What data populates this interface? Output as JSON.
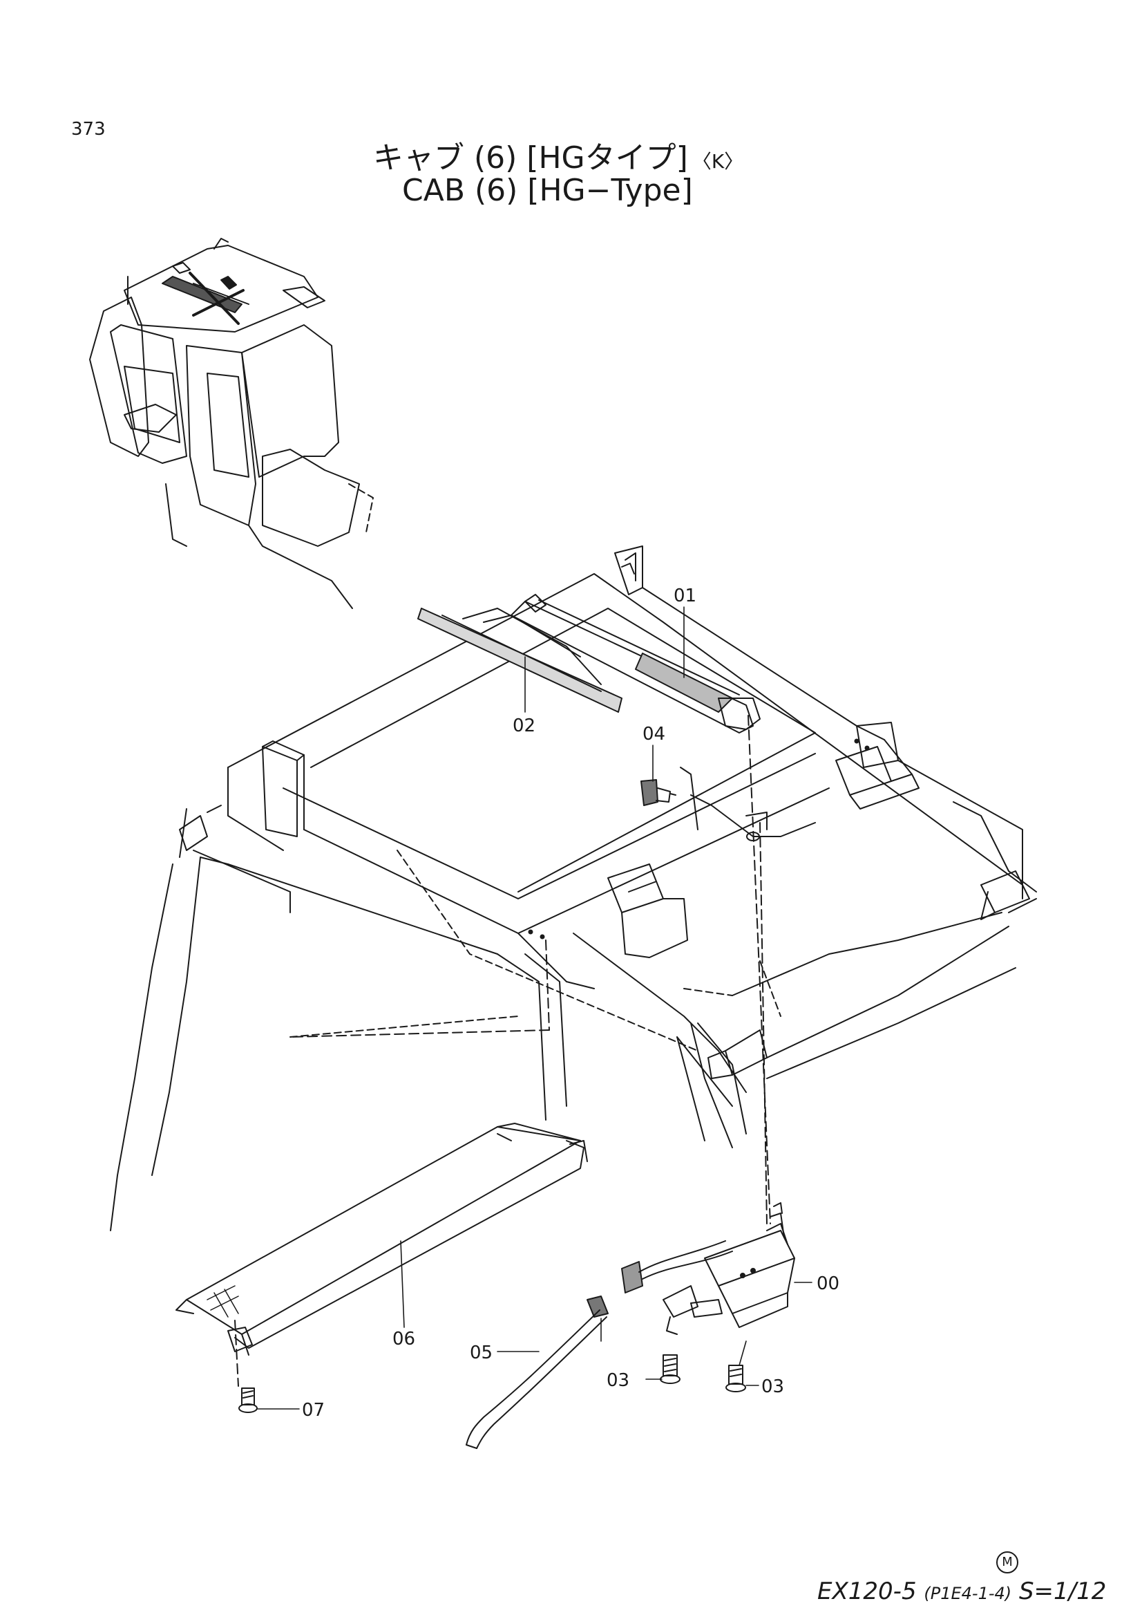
{
  "page": {
    "number": "373"
  },
  "title": {
    "jp": "キャブ (6) [HGタイプ]",
    "jp_badge": "〈K〉",
    "en": "CAB (6) [HG−Type]"
  },
  "callouts": {
    "c00": "00",
    "c01": "01",
    "c02": "02",
    "c03a": "03",
    "c03b": "03",
    "c04": "04",
    "c05": "05",
    "c06": "06",
    "c07": "07"
  },
  "footer": {
    "mark": "M",
    "model": "EX120-5",
    "code": "(P1E4-1-4)",
    "scale": "S=1/12"
  }
}
